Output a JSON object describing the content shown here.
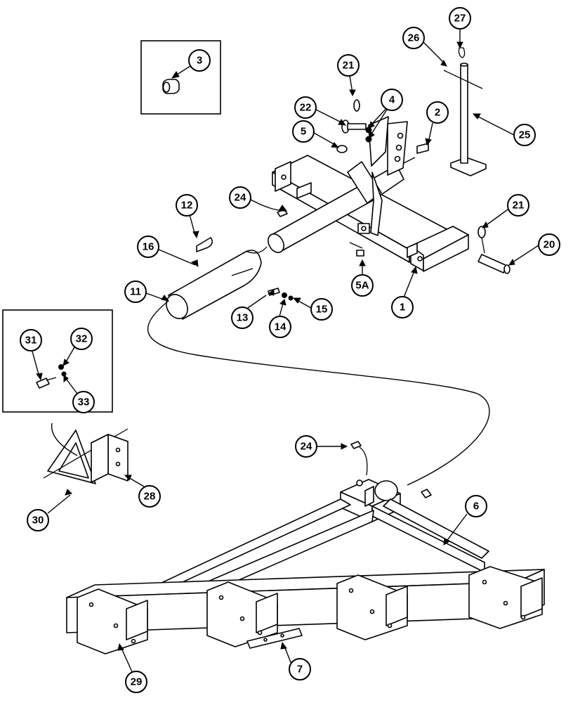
{
  "diagram": {
    "callouts": [
      {
        "id": "3",
        "label": "3"
      },
      {
        "id": "27",
        "label": "27"
      },
      {
        "id": "26",
        "label": "26"
      },
      {
        "id": "21a",
        "label": "21"
      },
      {
        "id": "4",
        "label": "4"
      },
      {
        "id": "22",
        "label": "22"
      },
      {
        "id": "2",
        "label": "2"
      },
      {
        "id": "5",
        "label": "5"
      },
      {
        "id": "25",
        "label": "25"
      },
      {
        "id": "24a",
        "label": "24"
      },
      {
        "id": "12",
        "label": "12"
      },
      {
        "id": "21b",
        "label": "21"
      },
      {
        "id": "20",
        "label": "20"
      },
      {
        "id": "16",
        "label": "16"
      },
      {
        "id": "5A",
        "label": "5A"
      },
      {
        "id": "11",
        "label": "11"
      },
      {
        "id": "1",
        "label": "1"
      },
      {
        "id": "15",
        "label": "15"
      },
      {
        "id": "13",
        "label": "13"
      },
      {
        "id": "14",
        "label": "14"
      },
      {
        "id": "31",
        "label": "31"
      },
      {
        "id": "32",
        "label": "32"
      },
      {
        "id": "33",
        "label": "33"
      },
      {
        "id": "24b",
        "label": "24"
      },
      {
        "id": "6",
        "label": "6"
      },
      {
        "id": "28",
        "label": "28"
      },
      {
        "id": "30",
        "label": "30"
      },
      {
        "id": "7",
        "label": "7"
      },
      {
        "id": "29",
        "label": "29"
      }
    ]
  }
}
